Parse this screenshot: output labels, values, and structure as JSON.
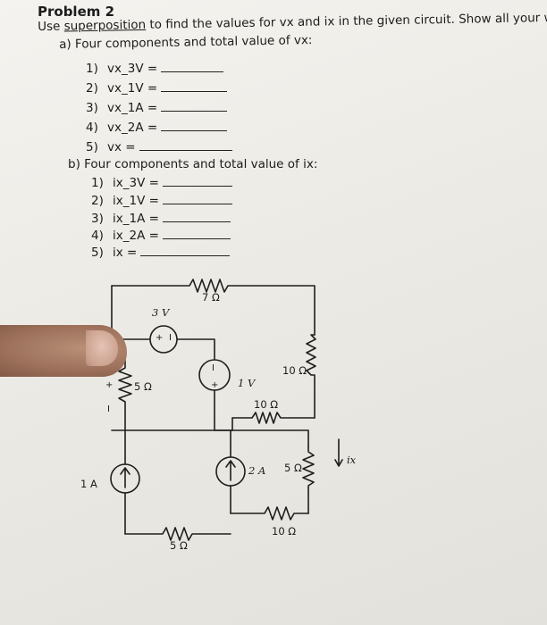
{
  "problem": {
    "title": "Problem 2",
    "instruction_pre": "Use ",
    "instruction_underlined": "superposition",
    "instruction_post": " to find the values for vx and ix in the given circuit. Show all your work. Including:",
    "part_a": {
      "heading": "a)  Four components and total value of vx:",
      "items": [
        {
          "num": "1)",
          "expr": "vx_3V ="
        },
        {
          "num": "2)",
          "expr": "vx_1V ="
        },
        {
          "num": "3)",
          "expr": "vx_1A ="
        },
        {
          "num": "4)",
          "expr": "vx_2A ="
        },
        {
          "num": "5)",
          "expr": "vx ="
        }
      ]
    },
    "part_b": {
      "heading": "b)  Four components and total value of ix:",
      "items": [
        {
          "num": "1)",
          "expr": "ix_3V ="
        },
        {
          "num": "2)",
          "expr": "ix_1V ="
        },
        {
          "num": "3)",
          "expr": "ix_1A ="
        },
        {
          "num": "4)",
          "expr": "ix_2A ="
        },
        {
          "num": "5)",
          "expr": "ix ="
        }
      ]
    }
  },
  "circuit": {
    "r_top": "7 Ω",
    "v_3v": "3 V",
    "v_3v_plus": "+",
    "v_3v_minus": "I",
    "r_left": "5 Ω",
    "vx_plus": "+",
    "vx_minus": "I",
    "v_1v": "1 V",
    "v_1v_minus": "I",
    "v_1v_plus": "+",
    "r_right_top": "10 Ω",
    "r_mid": "10 Ω",
    "i_1a": "1 A",
    "i_2a": "2 A",
    "r_ix": "5 Ω",
    "ix_label": "ix",
    "r_bottom_left": "5 Ω",
    "r_bottom_right": "10 Ω"
  }
}
